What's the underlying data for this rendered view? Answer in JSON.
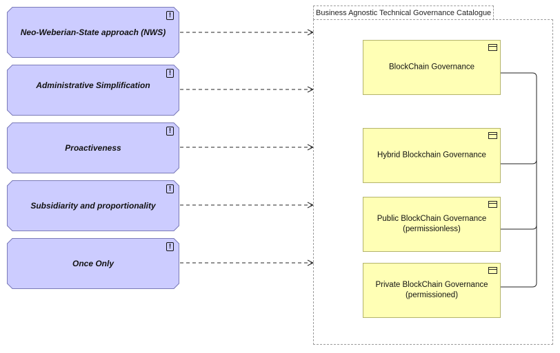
{
  "principles": [
    {
      "label": "Neo-Weberian-State approach (NWS)",
      "icon": "exclamation-icon"
    },
    {
      "label": "Administrative Simplification",
      "icon": "exclamation-icon"
    },
    {
      "label": "Proactiveness",
      "icon": "exclamation-icon"
    },
    {
      "label": "Subsidiarity and proportionality",
      "icon": "exclamation-icon"
    },
    {
      "label": "Once Only",
      "icon": "exclamation-icon"
    }
  ],
  "group": {
    "title": "Business Agnostic Technical Governance Catalogue"
  },
  "components": [
    {
      "line1": "BlockChain Governance",
      "line2": "",
      "icon": "component-icon"
    },
    {
      "line1": "Hybrid Blockchain Governance",
      "line2": "",
      "icon": "component-icon"
    },
    {
      "line1": "Public BlockChain Governance",
      "line2": "(permissionless)",
      "icon": "component-icon"
    },
    {
      "line1": "Private BlockChain Governance",
      "line2": "(permissioned)",
      "icon": "component-icon"
    }
  ],
  "colors": {
    "principle_fill": "#ccccff",
    "component_fill": "#ffffb5",
    "group_border": "#9a9a9a"
  }
}
